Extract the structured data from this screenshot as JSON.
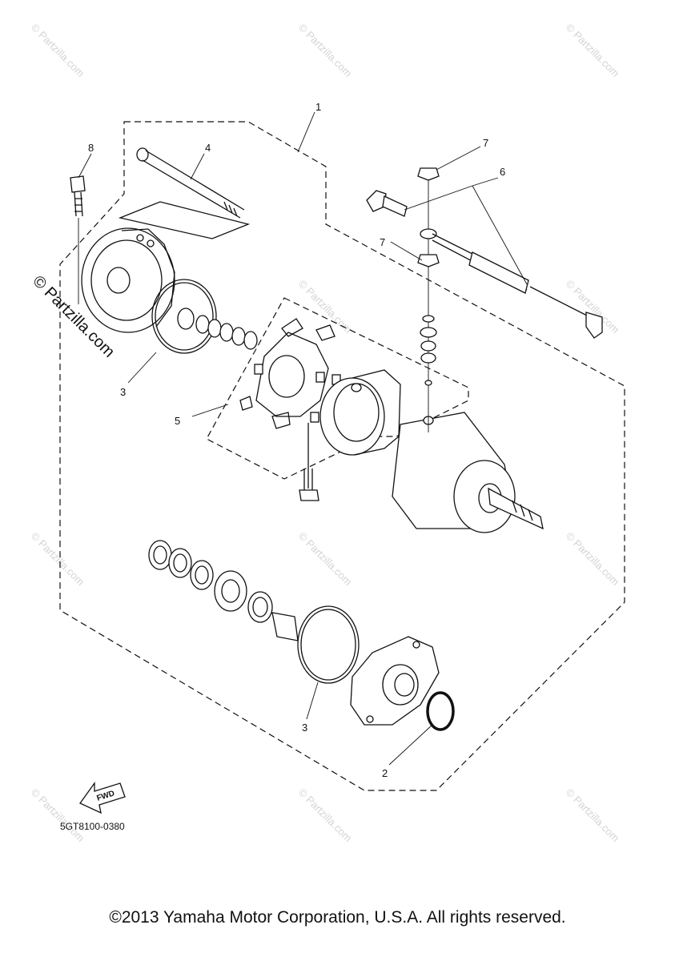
{
  "callouts": {
    "c1": "1",
    "c2": "2",
    "c3a": "3",
    "c3b": "3",
    "c4": "4",
    "c5": "5",
    "c6": "6",
    "c7a": "7",
    "c7b": "7",
    "c8": "8"
  },
  "diagram_code": "5GT8100-0380",
  "fwd_label": "FWD",
  "copyright": "©2013 Yamaha Motor Corporation, U.S.A. All rights reserved.",
  "watermark": "© Partzilla.com",
  "colors": {
    "line": "#111111",
    "watermark": "#d4d4d4",
    "background": "#ffffff"
  }
}
